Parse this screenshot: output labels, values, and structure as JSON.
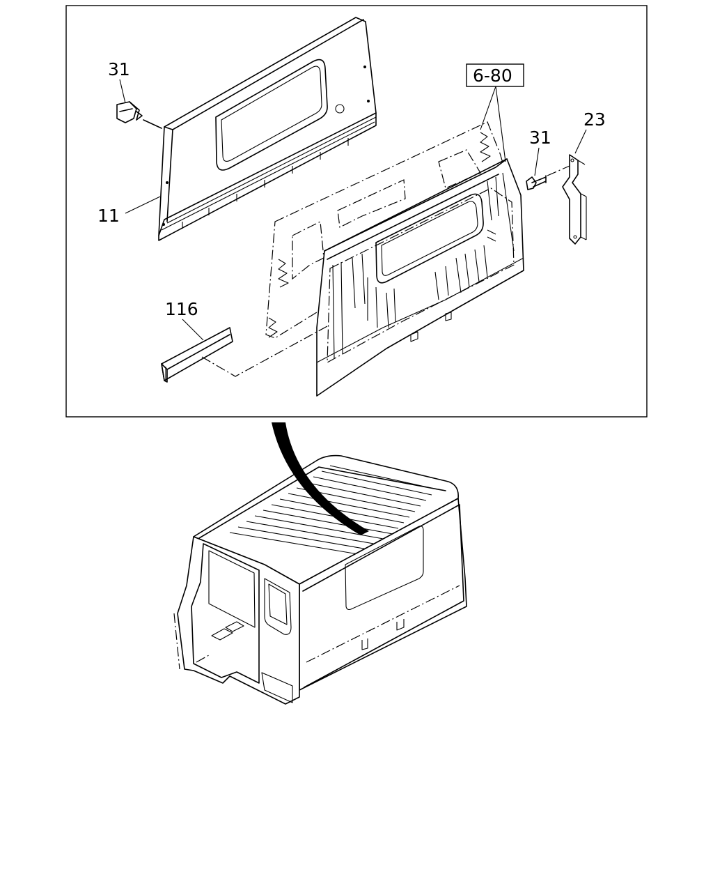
{
  "callouts": {
    "c31_left": "31",
    "c6_80": "6-80",
    "c31_right": "31",
    "c23": "23",
    "c11": "11",
    "c116": "116"
  }
}
